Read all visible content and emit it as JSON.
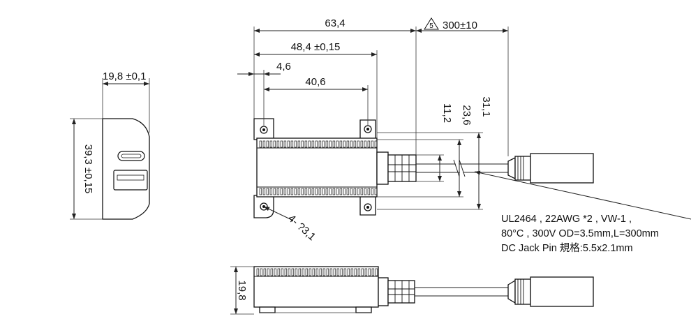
{
  "dimensions": {
    "side_depth": "19,8 ±0,1",
    "side_height": "39,3 ±0,15",
    "overall_length": "63,4",
    "cable_length": "300±10",
    "body_length": "48,4 ±0,15",
    "flange_offset": "4,6",
    "hole_spacing": "40,6",
    "dim_11_2": "11,2",
    "dim_23_6": "23,6",
    "dim_31_1": "31,1",
    "holes": "4- ?3,1",
    "bottom_height": "19,8"
  },
  "note_marker": "5",
  "cable_note": {
    "line1": "UL2464 , 22AWG *2 , VW-1 ,",
    "line2": "80°C , 300V OD=3.5mm,L=300mm",
    "line3": "DC Jack Pin 規格:5.5x2.1mm"
  }
}
